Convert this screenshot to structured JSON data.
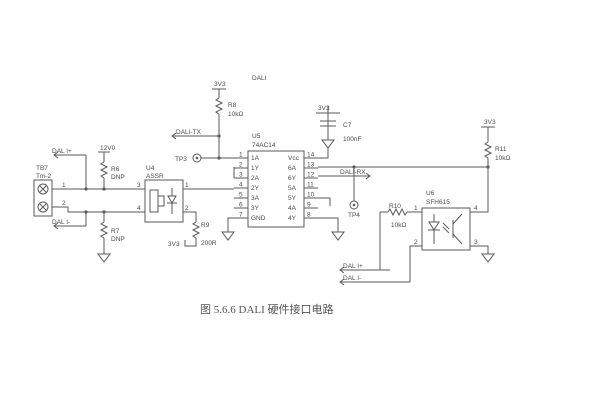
{
  "figure": {
    "caption": "图 5.6.6   DALI 硬件接口电路"
  },
  "nets": {
    "dali_top": "DALI",
    "dali_tx": "DALI-TX",
    "dali_rx": "DALI-RX",
    "dali_plus_left": "DAL I+",
    "dali_minus_left": "DAL I-",
    "dali_plus_right": "DAL I+",
    "dali_minus_right": "DAL I-",
    "v12": "12V0",
    "v33_r8": "3V3",
    "v33_c7": "3V3",
    "v33_r11": "3V3",
    "v33_r9": "3V3"
  },
  "components": {
    "tb7": {
      "ref": "TB7",
      "value": "Tm-2",
      "pin1": "1",
      "pin2": "2"
    },
    "r6": {
      "ref": "R6",
      "value": "DNP"
    },
    "r7": {
      "ref": "R7",
      "value": "DNP"
    },
    "u4": {
      "ref": "U4",
      "value": "ASSR",
      "pin1": "1",
      "pin2": "2",
      "pin3": "3",
      "pin4": "4"
    },
    "r9": {
      "ref": "R9",
      "value": "200R"
    },
    "r8": {
      "ref": "R8",
      "value": "10kΩ"
    },
    "c7": {
      "ref": "C7",
      "value": "100nF"
    },
    "tp3": {
      "ref": "TP3"
    },
    "tp4": {
      "ref": "TP4"
    },
    "u5": {
      "ref": "U5",
      "value": "74AC14",
      "left_pins": [
        {
          "num": "1",
          "name": "1A"
        },
        {
          "num": "2",
          "name": "1Y"
        },
        {
          "num": "3",
          "name": "2A"
        },
        {
          "num": "4",
          "name": "2Y"
        },
        {
          "num": "5",
          "name": "3A"
        },
        {
          "num": "6",
          "name": "3Y"
        },
        {
          "num": "7",
          "name": "GND"
        }
      ],
      "right_pins": [
        {
          "num": "14",
          "name": "Vcc"
        },
        {
          "num": "13",
          "name": "6A"
        },
        {
          "num": "12",
          "name": "6Y"
        },
        {
          "num": "11",
          "name": "5A"
        },
        {
          "num": "10",
          "name": "5Y"
        },
        {
          "num": "9",
          "name": "4A"
        },
        {
          "num": "8",
          "name": "4Y"
        }
      ]
    },
    "r10": {
      "ref": "R10",
      "value": "10kΩ"
    },
    "r11": {
      "ref": "R11",
      "value": "10kΩ"
    },
    "u6": {
      "ref": "U6",
      "value": "SFH615",
      "pin1": "1",
      "pin2": "2",
      "pin3": "3",
      "pin4": "4"
    }
  }
}
